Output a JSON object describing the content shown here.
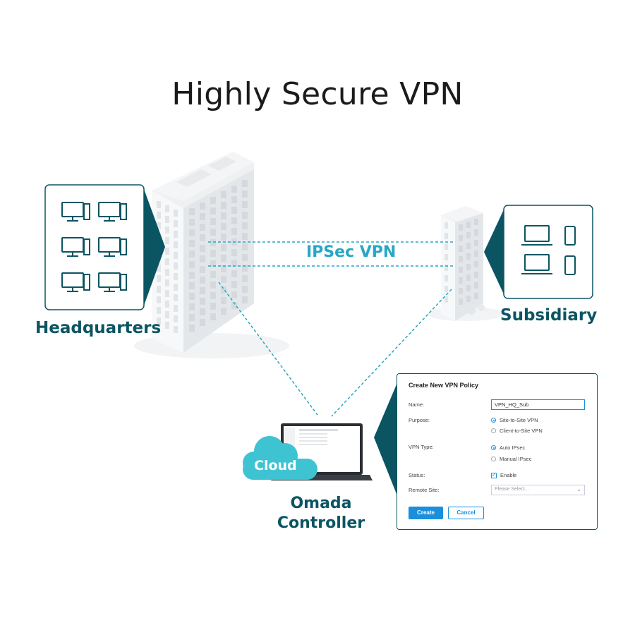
{
  "title": "Highly Secure VPN",
  "labels": {
    "headquarters": "Headquarters",
    "subsidiary": "Subsidiary",
    "ipsec": "IPSec VPN",
    "cloud": "Cloud",
    "omada_line1": "Omada",
    "omada_line2": "Controller"
  },
  "form": {
    "title": "Create New VPN Policy",
    "name_label": "Name:",
    "name_value": "VPN_HQ_Sub",
    "purpose_label": "Purpose:",
    "purpose_options": [
      "Site-to-Site VPN",
      "Client-to-Site VPN"
    ],
    "purpose_selected": 0,
    "vpn_type_label": "VPN Type:",
    "vpn_type_options": [
      "Auto IPsec",
      "Manual IPsec"
    ],
    "vpn_type_selected": 0,
    "status_label": "Status:",
    "status_option": "Enable",
    "status_checked": true,
    "remote_site_label": "Remote Site:",
    "remote_site_placeholder": "Please Select...",
    "create_label": "Create",
    "cancel_label": "Cancel"
  },
  "icons": {
    "hq_devices": "desktop-computer-icon",
    "sub_devices": [
      "laptop-icon",
      "smartphone-icon"
    ],
    "controller": "laptop-icon",
    "cloud": "cloud-icon"
  },
  "colors": {
    "teal_dark": "#0b5563",
    "teal_light": "#27a7c5",
    "cloud": "#3ec3d3",
    "button_blue": "#1a8fdb"
  }
}
